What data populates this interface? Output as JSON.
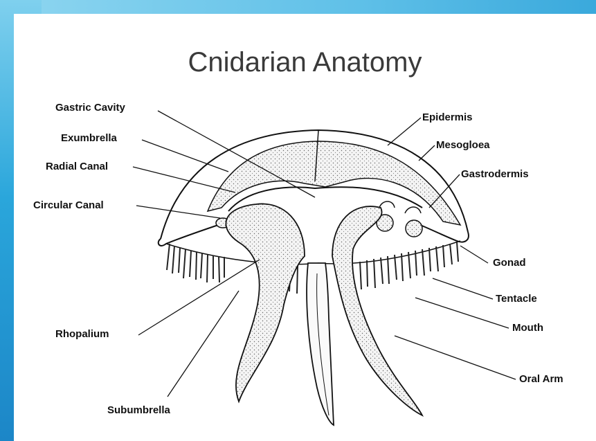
{
  "title": "Cnidarian Anatomy",
  "labels": {
    "gastric_cavity": "Gastric Cavity",
    "exumbrella": "Exumbrella",
    "radial_canal": "Radial Canal",
    "circular_canal": "Circular Canal",
    "rhopalium": "Rhopalium",
    "subumbrella": "Subumbrella",
    "epidermis": "Epidermis",
    "mesogloea": "Mesogloea",
    "gastrodermis": "Gastrodermis",
    "gonad": "Gonad",
    "tentacle": "Tentacle",
    "mouth": "Mouth",
    "oral_arm": "Oral Arm"
  }
}
